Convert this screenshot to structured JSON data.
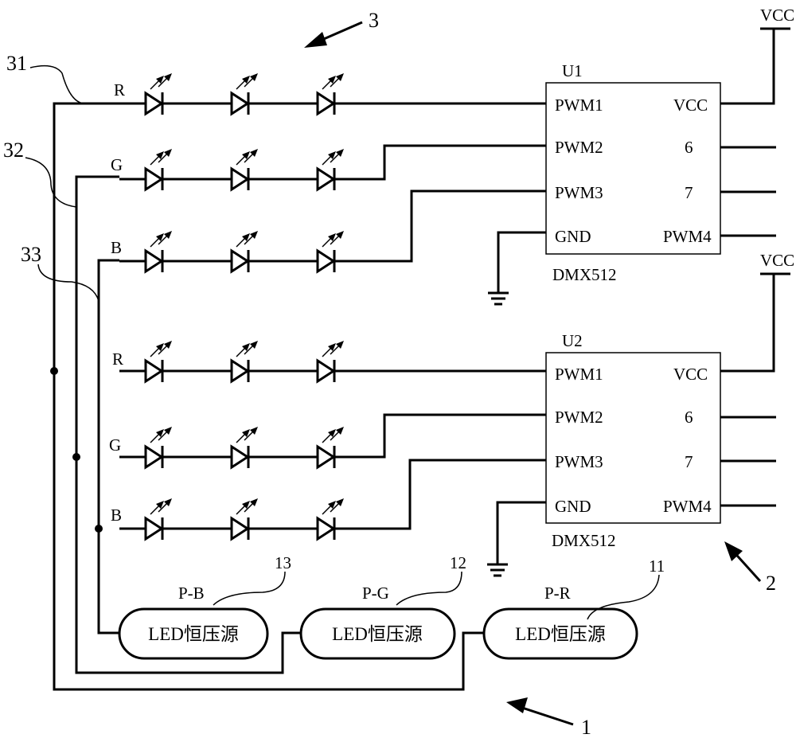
{
  "chips": [
    {
      "ref": "U1",
      "model": "DMX512",
      "pins_left": [
        "PWM1",
        "PWM2",
        "PWM3",
        "GND"
      ],
      "pins_right": [
        "VCC",
        "6",
        "7",
        "PWM4"
      ],
      "supply": "VCC"
    },
    {
      "ref": "U2",
      "model": "DMX512",
      "pins_left": [
        "PWM1",
        "PWM2",
        "PWM3",
        "GND"
      ],
      "pins_right": [
        "VCC",
        "6",
        "7",
        "PWM4"
      ],
      "supply": "VCC"
    }
  ],
  "channels": [
    "R",
    "G",
    "B",
    "R",
    "G",
    "B"
  ],
  "power_sources": [
    {
      "label": "LED恒压源",
      "name": "P-B",
      "ref": "13"
    },
    {
      "label": "LED恒压源",
      "name": "P-G",
      "ref": "12"
    },
    {
      "label": "LED恒压源",
      "name": "P-R",
      "ref": "11"
    }
  ],
  "rail_refs": [
    "31",
    "32",
    "33"
  ],
  "module_refs": [
    "3",
    "2",
    "1"
  ]
}
